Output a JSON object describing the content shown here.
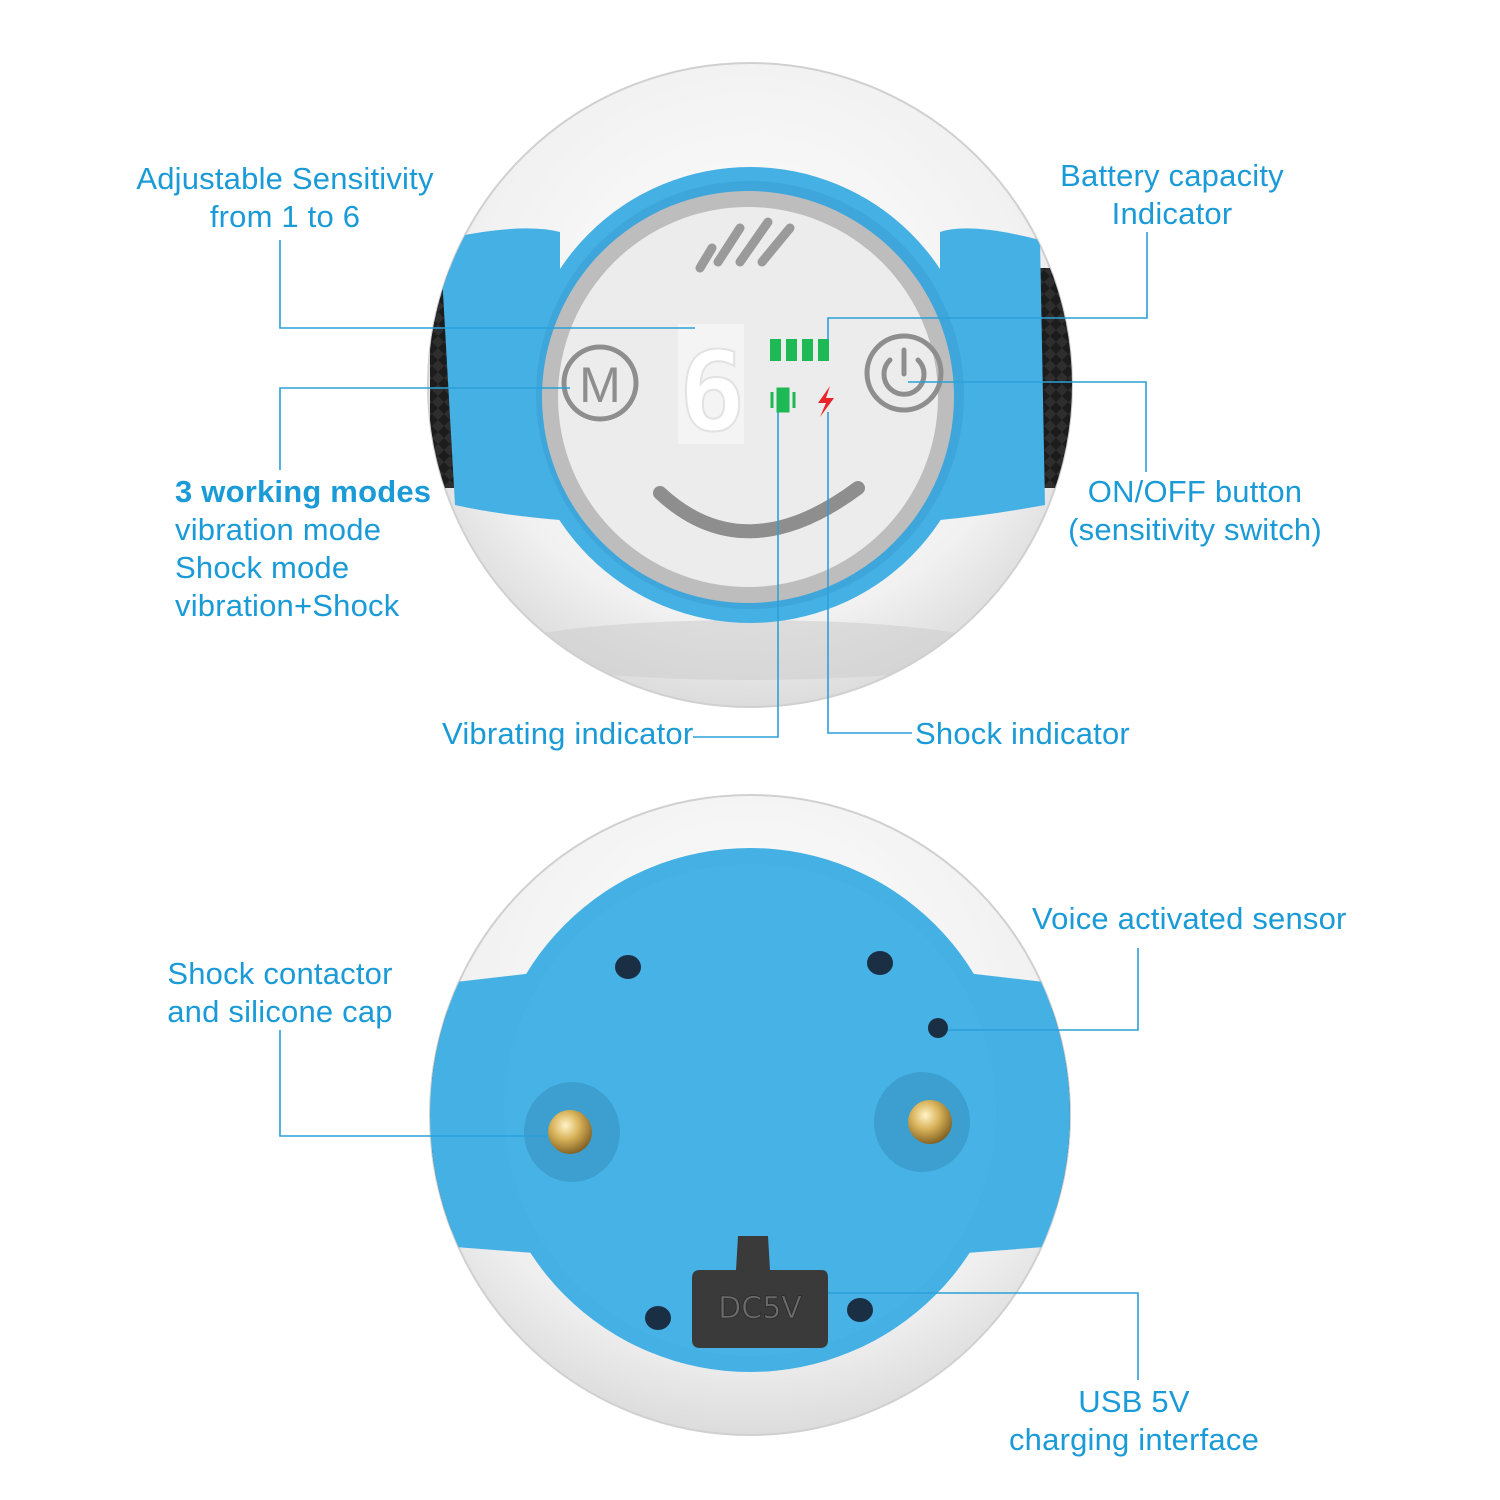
{
  "colors": {
    "label": "#1a9bd7",
    "leader": "#2aa0d8",
    "device_blue": "#45b0e4",
    "strap": "#1f1f1f",
    "face": "#eaeaea",
    "face_ring": "#b9b9b9",
    "battery": "#1db954",
    "shock_bolt": "#e8242a",
    "brass": "#c8a24a",
    "port_cover": "#3a3a3a"
  },
  "device_front": {
    "digit": "6",
    "battery_bars": 4,
    "mode_button_letter": "M",
    "power_icon": "power-icon",
    "vibration_icon": "vibration-icon",
    "shock_icon": "lightning-icon"
  },
  "device_back": {
    "port_label": "DC5V"
  },
  "labels": {
    "sensitivity": {
      "line1": "Adjustable Sensitivity",
      "line2": "from 1 to 6"
    },
    "battery": {
      "line1": "Battery capacity",
      "line2": "Indicator"
    },
    "modes": {
      "title": "3 working modes",
      "line1": "vibration mode",
      "line2": "Shock mode",
      "line3": "vibration+Shock"
    },
    "onoff": {
      "line1": "ON/OFF button",
      "line2": "(sensitivity switch)"
    },
    "vibrating": "Vibrating indicator",
    "shock": "Shock indicator",
    "contactor": {
      "line1": "Shock contactor",
      "line2": "and silicone cap"
    },
    "voice": "Voice activated sensor",
    "usb": {
      "line1": "USB 5V",
      "line2": "charging interface"
    }
  }
}
